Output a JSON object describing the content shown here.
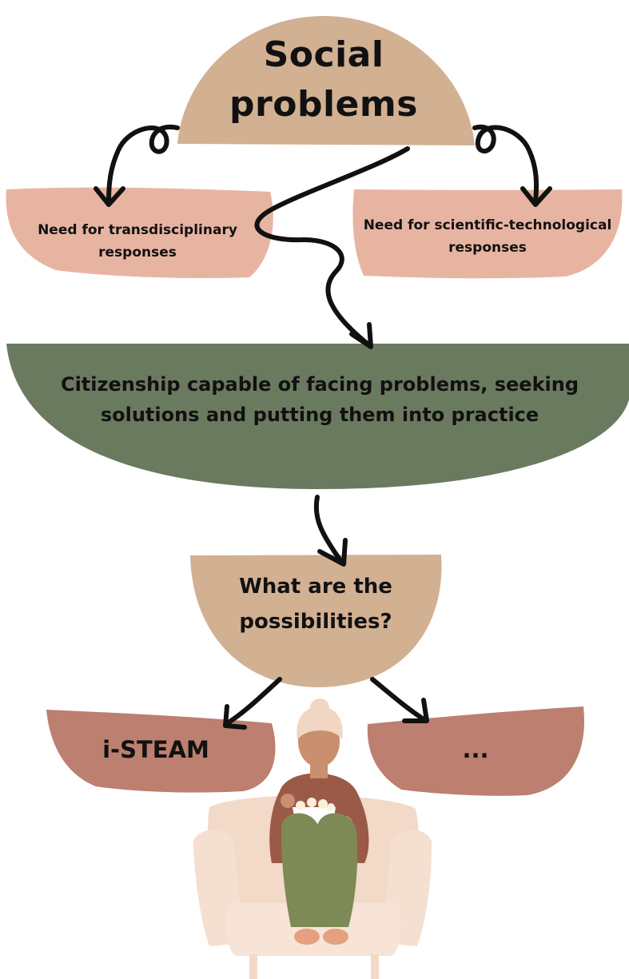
{
  "nodes": {
    "social_problems": "Social problems",
    "transdisciplinary": "Need for transdisciplinary responses",
    "scientific": "Need for scientific-technological responses",
    "citizenship": "Citizenship capable of facing problems, seeking solutions and putting them into practice",
    "possibilities": "What are the possibilities?",
    "isteam": "i-STEAM",
    "ellipsis": "..."
  },
  "colors": {
    "tan": "#d2b092",
    "pink": "#e8b4a2",
    "green": "#6a7a5f",
    "rose": "#bc7f70",
    "arrow": "#111111"
  },
  "icons": {
    "illustration": "person-sitting-on-armchair-icon"
  }
}
